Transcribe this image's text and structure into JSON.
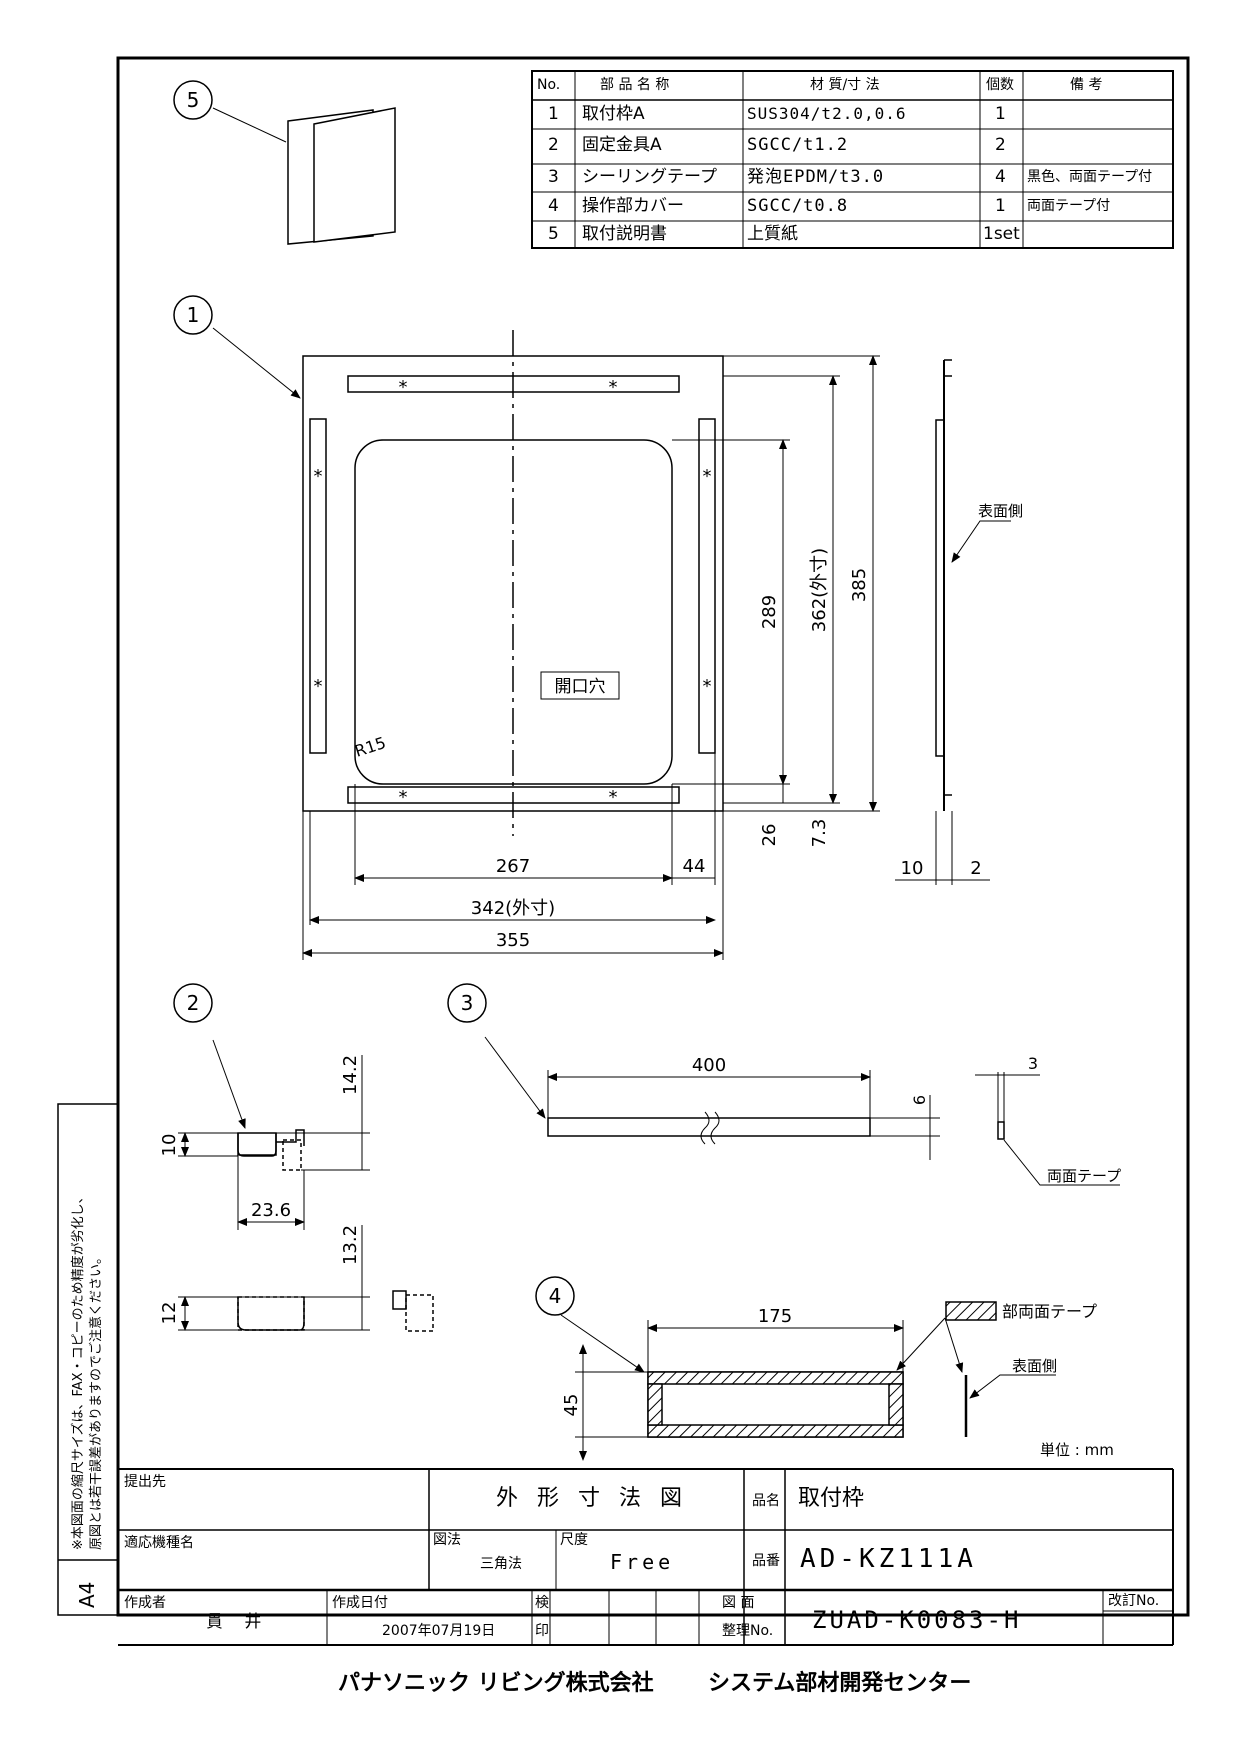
{
  "parts_table": {
    "headers": [
      "No.",
      "部 品 名 称",
      "材 質/寸 法",
      "個数",
      "備 考"
    ],
    "rows": [
      {
        "no": "1",
        "name": "取付枠A",
        "material": "SUS304/t2.0,0.6",
        "qty": "1",
        "remarks": ""
      },
      {
        "no": "2",
        "name": "固定金具A",
        "material": "SGCC/t1.2",
        "qty": "2",
        "remarks": ""
      },
      {
        "no": "3",
        "name": "シーリングテープ",
        "material": "発泡EPDM/t3.0",
        "qty": "4",
        "remarks": "黒色、両面テープ付"
      },
      {
        "no": "4",
        "name": "操作部カバー",
        "material": "SGCC/t0.8",
        "qty": "1",
        "remarks": "両面テープ付"
      },
      {
        "no": "5",
        "name": "取付説明書",
        "material": "上質紙",
        "qty": "1set",
        "remarks": ""
      }
    ]
  },
  "callouts": [
    "1",
    "2",
    "3",
    "4",
    "5"
  ],
  "part1": {
    "dims": {
      "d289": "289",
      "d362": "362(外寸)",
      "d385": "385",
      "d26": "26",
      "d7_3": "7.3",
      "d267": "267",
      "d44": "44",
      "d342": "342(外寸)",
      "d355": "355",
      "d10": "10",
      "d2": "2",
      "r15": "R15"
    },
    "opening_label": "開口穴",
    "surface_label": "表面側",
    "asterisk": "*"
  },
  "part2": {
    "d10": "10",
    "d14_2": "14.2",
    "d23_6": "23.6",
    "d12": "12",
    "d13_2": "13.2"
  },
  "part3": {
    "d400": "400",
    "d6": "6",
    "d3": "3",
    "tape_label": "両面テープ"
  },
  "part4": {
    "d175": "175",
    "d45": "45",
    "legend_label": "部両面テープ",
    "surface_label": "表面側"
  },
  "unit_note": "単位 : mm",
  "side_note": {
    "line1": "※本図面の縮尺サイズは、FAX・コピーのため精度が劣化し、",
    "line2": "原図とは若干誤差がありますのでご注意ください。",
    "paper": "A4"
  },
  "title_block": {
    "recipient_label": "提出先",
    "title": "外 形 寸 法 図",
    "model_label": "適応機種名",
    "projection_label": "図法",
    "projection": "三角法",
    "scale_label": "尺度",
    "scale": "Free",
    "product_name_label": "品名",
    "product_name": "取付枠",
    "product_no_label": "品番",
    "product_no": "AD-KZ111A",
    "author_label": "作成者",
    "author": "貫 井",
    "date_label": "作成日付",
    "date": "2007年07月19日",
    "check_label_1": "検",
    "check_label_2": "印",
    "drawing_no_label_1": "図 面",
    "drawing_no_label_2": "整理No.",
    "drawing_no": "ZUAD-K0083-H",
    "revision_label": "改訂No."
  },
  "footer": {
    "company": "パナソニック リビング株式会社",
    "department": "システム部材開発センター"
  }
}
